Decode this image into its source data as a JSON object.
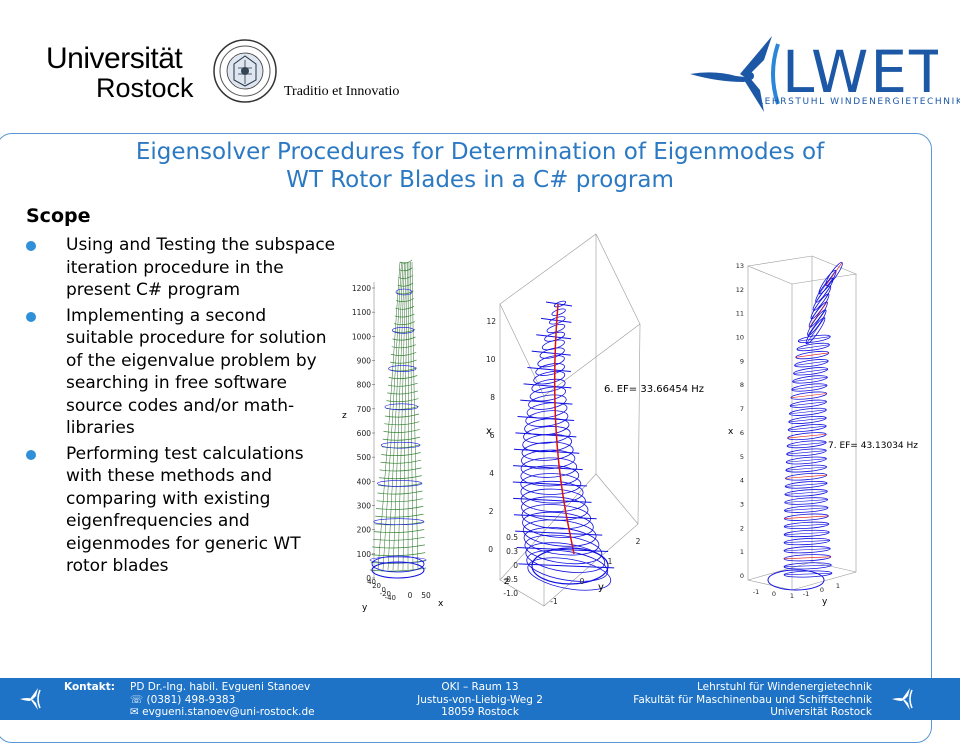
{
  "header": {
    "university_name": "Universität",
    "university_city": "Rostock",
    "motto": "Traditio et Innovatio",
    "lwet_logo_text": "LWET",
    "lwet_subtitle": "LEHRSTUHL WINDENERGIETECHNIK"
  },
  "title": {
    "line1": "Eigensolver Procedures for Determination of Eigenmodes of",
    "line2": "WT Rotor Blades in a C# program"
  },
  "scope": {
    "heading": "Scope",
    "items": [
      "Using and Testing the subspace iteration procedure in the present C# program",
      "Implementing a second suitable procedure for solution of the eigenvalue problem by searching in free software source codes and/or math-libraries",
      "Performing test calculations with these methods and comparing with existing eigenfrequencies and eigenmodes for generic WT rotor blades"
    ]
  },
  "plots": {
    "plot1": {
      "z_label": "z",
      "x_label": "x",
      "y_label": "y",
      "z_ticks": [
        "1200",
        "1100",
        "1000",
        "900",
        "800",
        "700",
        "600",
        "500",
        "400",
        "300",
        "200",
        "100",
        "0"
      ],
      "x_ticks": [
        "0",
        "50"
      ],
      "y_ticks": [
        "40",
        "20",
        "0",
        "-20",
        "-40"
      ]
    },
    "plot2": {
      "annotation": "6. EF= 33.66454 Hz",
      "x_label": "x",
      "y_label": "y",
      "z_label": "z",
      "x_ticks": [
        "12",
        "10",
        "8",
        "6",
        "4",
        "2",
        "0"
      ],
      "z_ticks": [
        "0.5",
        "0.3",
        "0",
        "-0.5",
        "-1.0"
      ],
      "y_ticks": [
        "-1",
        "0",
        "1",
        "2"
      ]
    },
    "plot3": {
      "annotation": "7. EF= 43.13034 Hz",
      "x_label": "x",
      "y_label": "y",
      "x_ticks": [
        "13",
        "12",
        "11",
        "10",
        "9",
        "8",
        "7",
        "6",
        "5",
        "4",
        "3",
        "2",
        "1",
        "0"
      ],
      "y_ticks": [
        "-1",
        "0",
        "1"
      ],
      "z_ticks": [
        "-1",
        "0",
        "1"
      ]
    }
  },
  "footer": {
    "contact_label": "Kontakt:",
    "contact_name": "PD Dr.-Ing. habil. Evgueni Stanoev",
    "contact_phone": "☏ (0381) 498-9383",
    "contact_email": "✉ evgueni.stanoev@uni-rostock.de",
    "room": "OKI – Raum 13",
    "street": "Justus-von-Liebig-Weg 2",
    "city": "18059 Rostock",
    "chair": "Lehrstuhl für Windenergietechnik",
    "faculty": "Fakultät für Maschinenbau und Schiffstechnik",
    "university": "Universität Rostock"
  },
  "colors": {
    "accent": "#2b79c2",
    "footer": "#1e73c6",
    "plot1_mesh": "#3a8a3a",
    "plot_blue": "#1010e0",
    "plot_red": "#e01010"
  }
}
